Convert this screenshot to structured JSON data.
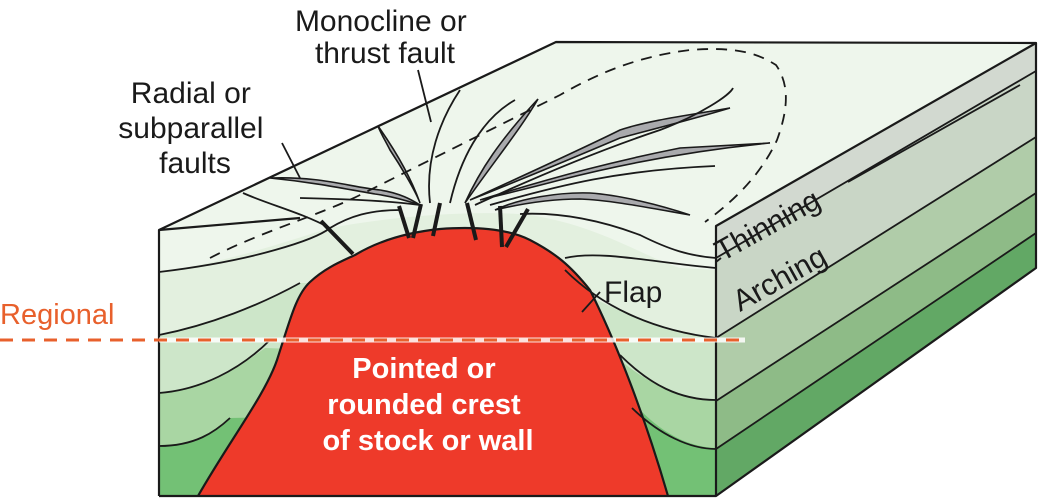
{
  "figure": {
    "type": "block-diagram",
    "subject": "Salt stock / wall crest deforming overburden"
  },
  "labels": {
    "monocline": [
      "Monocline or",
      "thrust fault"
    ],
    "radial": [
      "Radial or",
      "subparallel",
      "faults"
    ],
    "thinning": "Thinning",
    "arching": "Arching",
    "flap": "Flap",
    "regional": "Regional",
    "crest": [
      "Pointed or",
      "rounded crest",
      "of stock or wall"
    ]
  },
  "colors": {
    "salt": "#ee3a2a",
    "regional_line": "#e8602c",
    "fault_gouge": "#a9aaad",
    "top_surface": "#eef6ec",
    "layers_front": [
      "#eef6ec",
      "#e3f0df",
      "#cde6c9",
      "#a9d6a3",
      "#73c175"
    ],
    "layers_side": [
      "#d2d9d0",
      "#c9d6c6",
      "#b0cca9",
      "#8ebb87",
      "#62a865"
    ]
  }
}
